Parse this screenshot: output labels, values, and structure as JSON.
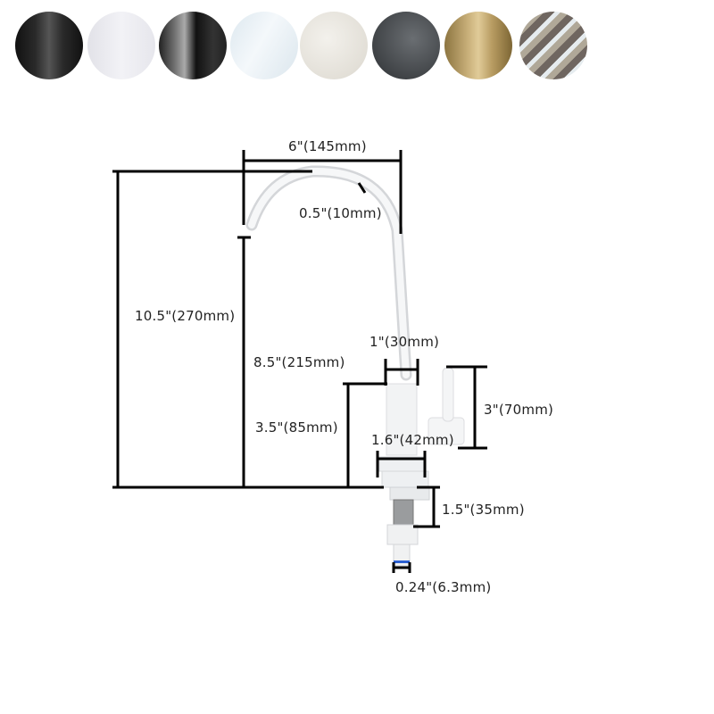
{
  "swatches": [
    {
      "name": "matte-black",
      "color": "#1c1c1c"
    },
    {
      "name": "white",
      "color": "#ececf0"
    },
    {
      "name": "gunmetal",
      "color": "#5a5a5a"
    },
    {
      "name": "light-white",
      "color": "#e4ecf1"
    },
    {
      "name": "speckled-white",
      "color": "#e6e2da"
    },
    {
      "name": "textured-gray",
      "color": "#3e4245"
    },
    {
      "name": "brushed-gold",
      "color": "#b69b63"
    },
    {
      "name": "striped-nickel",
      "color": "#a49c90"
    }
  ],
  "dimensions": {
    "spout_reach": "6\"(145mm)",
    "spout_diameter": "0.5\"(10mm)",
    "total_height": "10.5\"(270mm)",
    "spout_height": "8.5\"(215mm)",
    "body_diameter": "1\"(30mm)",
    "body_height": "3.5\"(85mm)",
    "handle_height": "3\"(70mm)",
    "base_diameter": "1.6\"(42mm)",
    "shank_length": "1.5\"(35mm)",
    "connector_diameter": "0.24\"(6.3mm)"
  }
}
